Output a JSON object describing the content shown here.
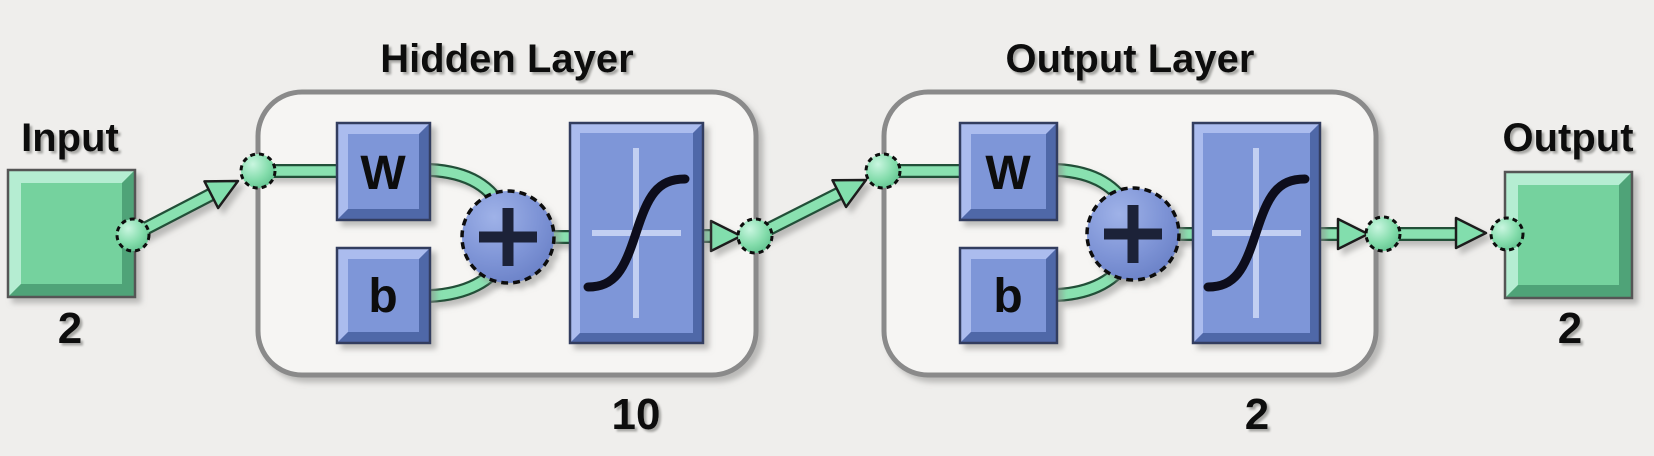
{
  "diagram": {
    "input": {
      "label": "Input",
      "size": "2"
    },
    "hidden_layer": {
      "title": "Hidden Layer",
      "weight_label": "W",
      "bias_label": "b",
      "sum_symbol": "+",
      "transfer_function": "tansig-sigmoid",
      "size": "10"
    },
    "output_layer": {
      "title": "Output Layer",
      "weight_label": "W",
      "bias_label": "b",
      "sum_symbol": "+",
      "transfer_function": "tansig-sigmoid",
      "size": "2"
    },
    "output": {
      "label": "Output",
      "size": "2"
    },
    "colors": {
      "background": "#efeeec",
      "io_block_green": "#74d29e",
      "weight_block_blue": "#7e96d8",
      "connector_green": "#89e1b0",
      "layer_box_border": "#8a8a8a",
      "text": "#0a0a0a"
    }
  }
}
